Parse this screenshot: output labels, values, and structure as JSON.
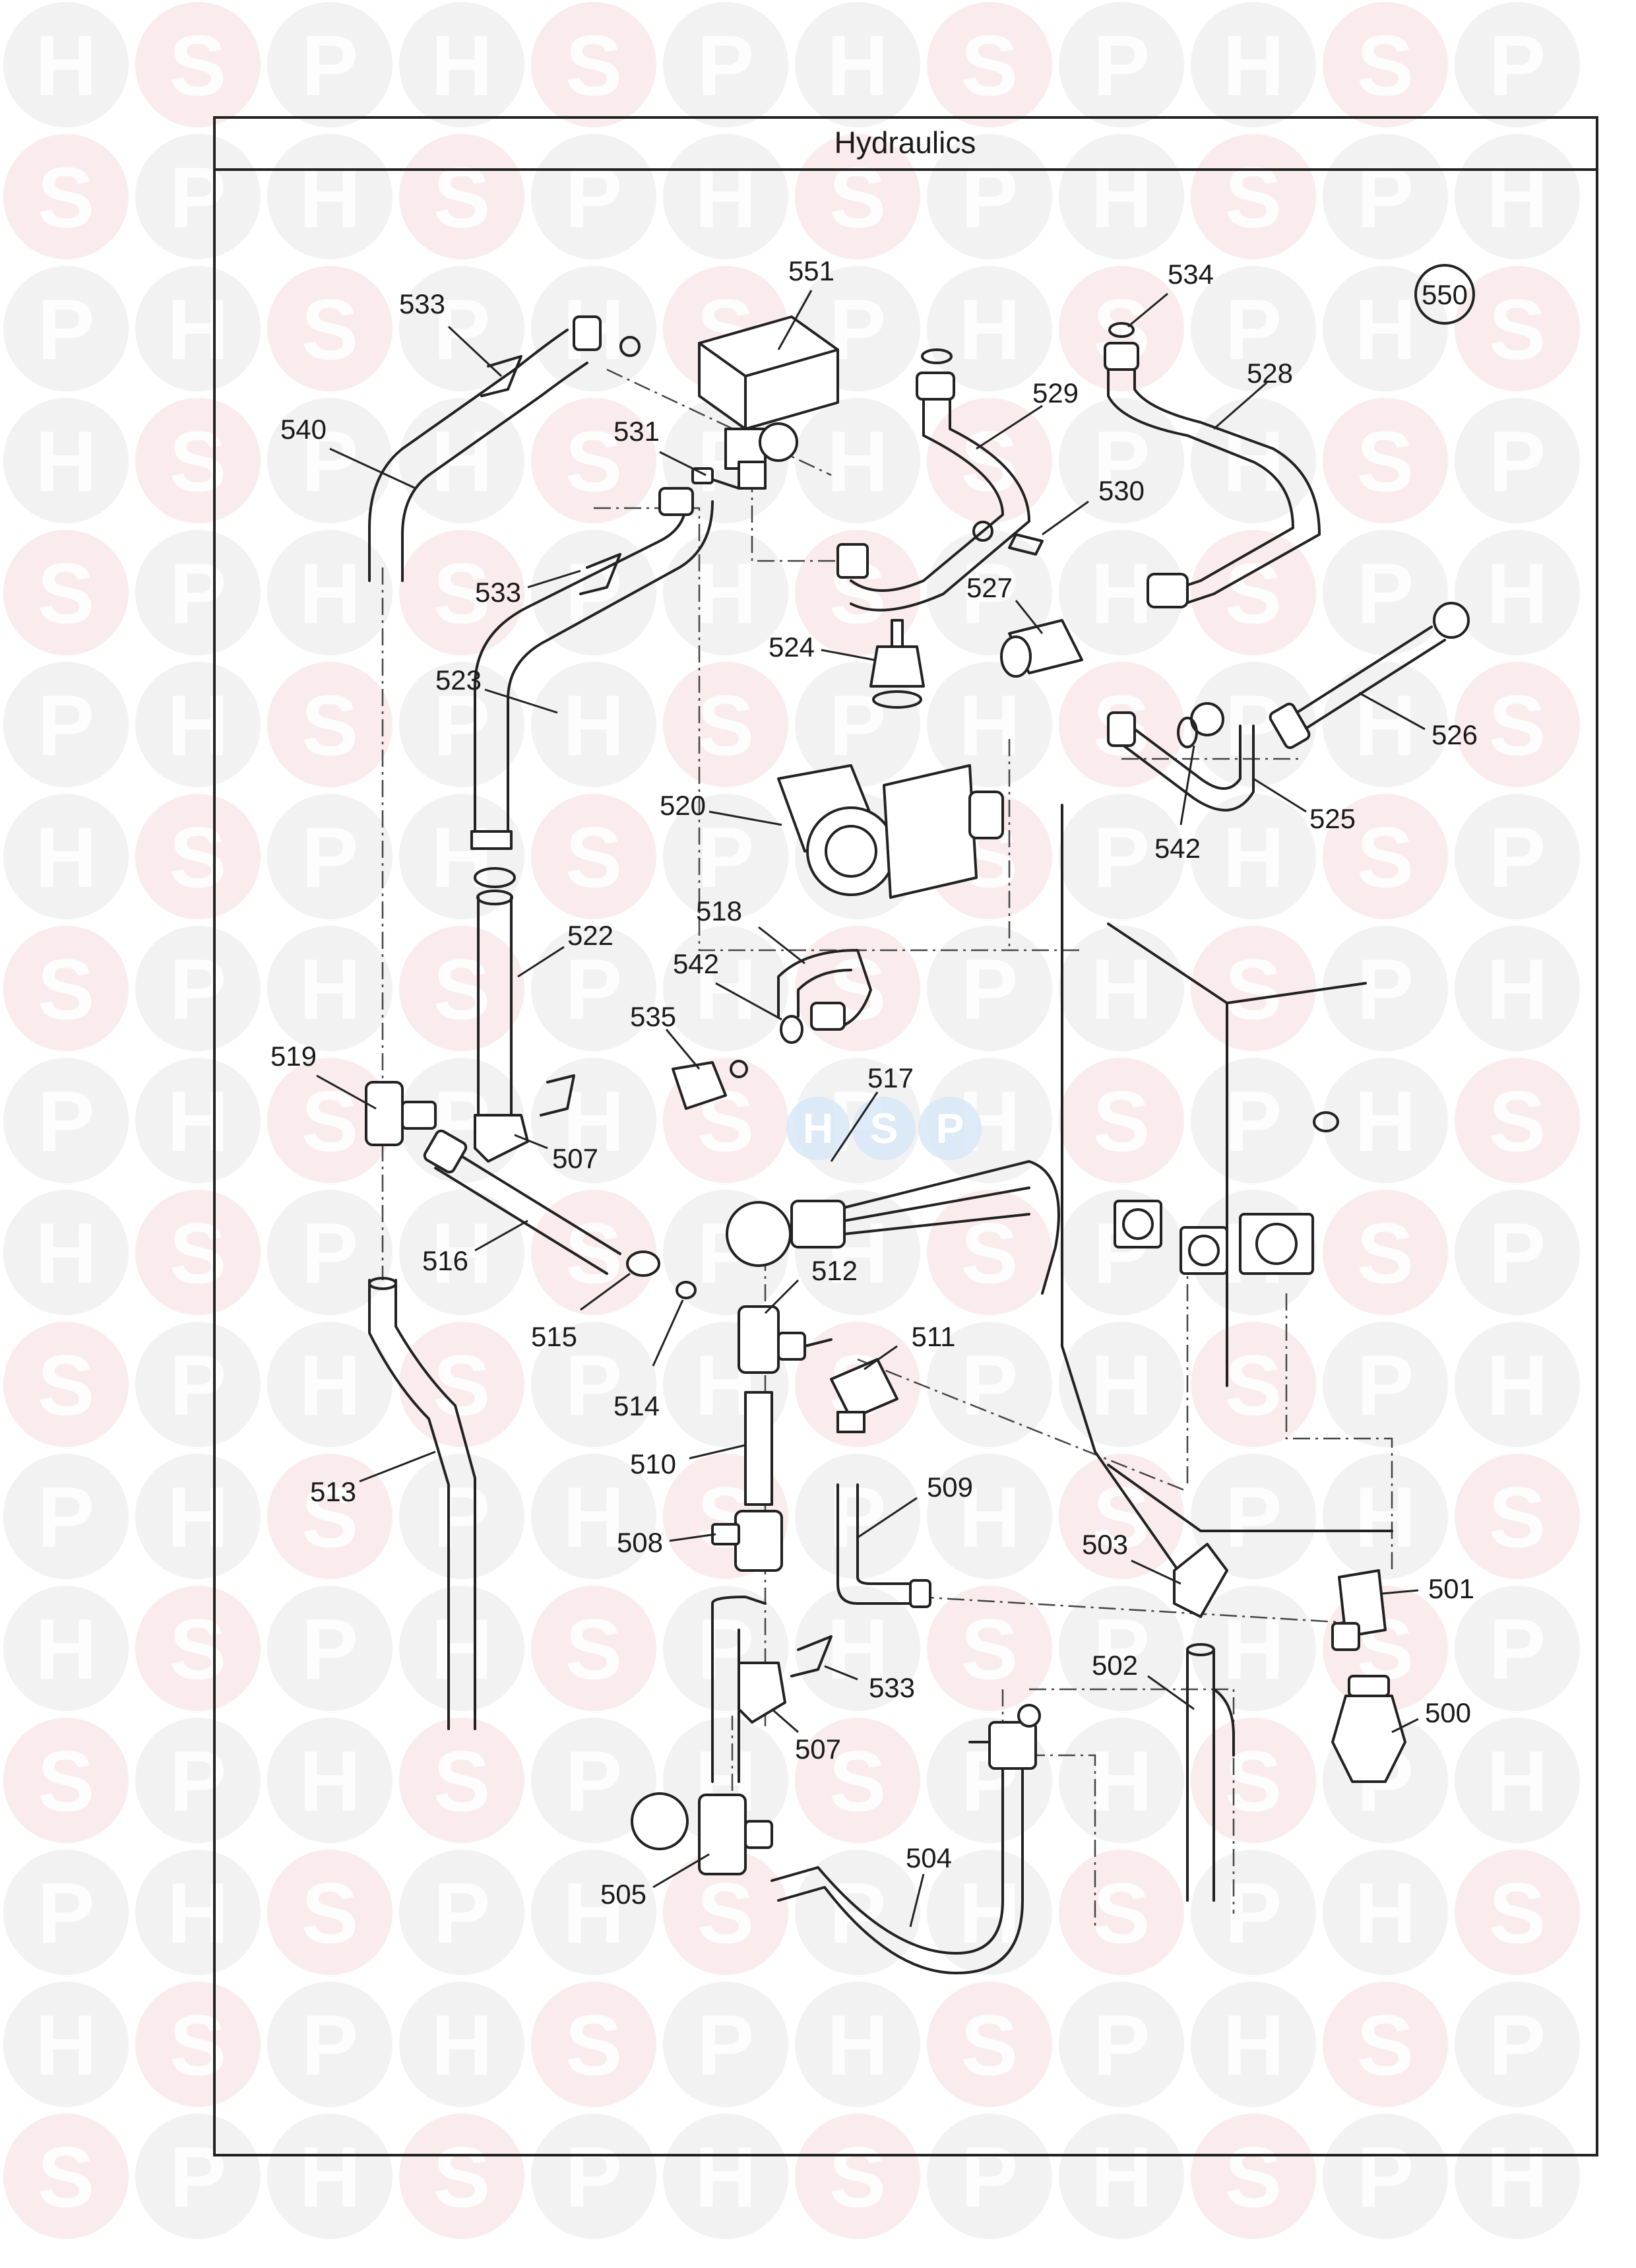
{
  "panel": {
    "title": "Hydraulics",
    "circled_label": "550"
  },
  "watermark": {
    "letters": [
      "H",
      "S",
      "P"
    ],
    "colors": {
      "light": "#e8e8e8",
      "accent": "#f6dcdc",
      "center_blue": "#d6e6f6",
      "center_letter": "#ffffff"
    }
  },
  "callouts": [
    {
      "id": "c533a",
      "label": "533"
    },
    {
      "id": "c551",
      "label": "551"
    },
    {
      "id": "c534",
      "label": "534"
    },
    {
      "id": "c540",
      "label": "540"
    },
    {
      "id": "c531",
      "label": "531"
    },
    {
      "id": "c529",
      "label": "529"
    },
    {
      "id": "c528",
      "label": "528"
    },
    {
      "id": "c530",
      "label": "530"
    },
    {
      "id": "c533b",
      "label": "533"
    },
    {
      "id": "c527",
      "label": "527"
    },
    {
      "id": "c524",
      "label": "524"
    },
    {
      "id": "c523",
      "label": "523"
    },
    {
      "id": "c526",
      "label": "526"
    },
    {
      "id": "c520",
      "label": "520"
    },
    {
      "id": "c525",
      "label": "525"
    },
    {
      "id": "c542a",
      "label": "542"
    },
    {
      "id": "c518",
      "label": "518"
    },
    {
      "id": "c522",
      "label": "522"
    },
    {
      "id": "c542b",
      "label": "542"
    },
    {
      "id": "c535",
      "label": "535"
    },
    {
      "id": "c519",
      "label": "519"
    },
    {
      "id": "c517",
      "label": "517"
    },
    {
      "id": "c507a",
      "label": "507"
    },
    {
      "id": "c516",
      "label": "516"
    },
    {
      "id": "c512",
      "label": "512"
    },
    {
      "id": "c515",
      "label": "515"
    },
    {
      "id": "c511",
      "label": "511"
    },
    {
      "id": "c514",
      "label": "514"
    },
    {
      "id": "c510",
      "label": "510"
    },
    {
      "id": "c513",
      "label": "513"
    },
    {
      "id": "c509",
      "label": "509"
    },
    {
      "id": "c508",
      "label": "508"
    },
    {
      "id": "c503",
      "label": "503"
    },
    {
      "id": "c501",
      "label": "501"
    },
    {
      "id": "c533c",
      "label": "533"
    },
    {
      "id": "c502",
      "label": "502"
    },
    {
      "id": "c500",
      "label": "500"
    },
    {
      "id": "c507b",
      "label": "507"
    },
    {
      "id": "c504",
      "label": "504"
    },
    {
      "id": "c505",
      "label": "505"
    }
  ]
}
